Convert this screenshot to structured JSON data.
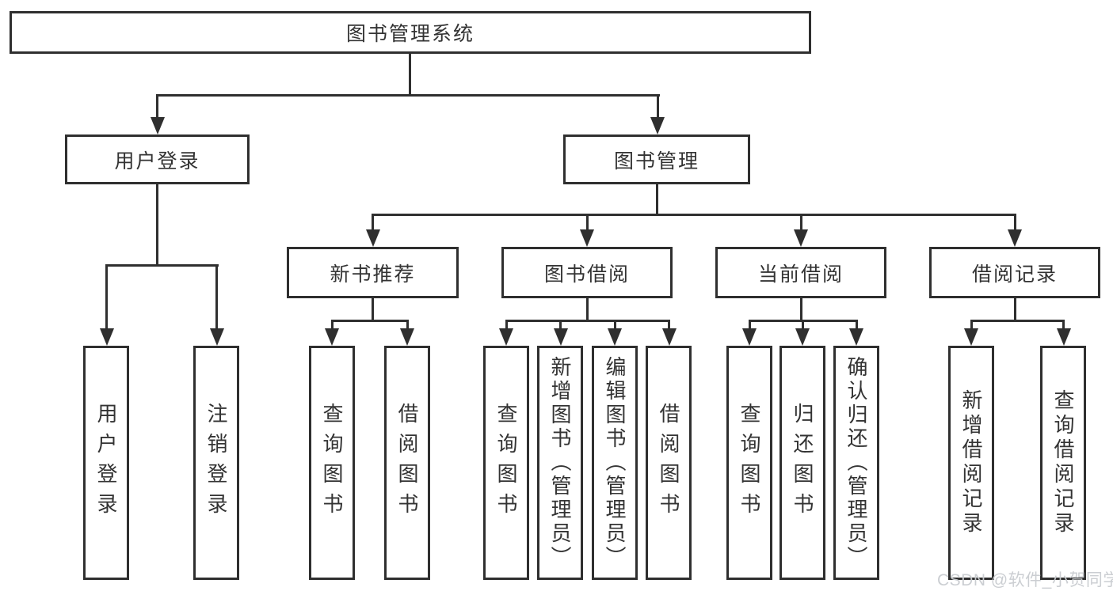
{
  "diagram": {
    "root": {
      "label": "图书管理系统"
    },
    "level2": [
      {
        "label": "用户登录"
      },
      {
        "label": "图书管理"
      }
    ],
    "level3": [
      {
        "label": "新书推荐"
      },
      {
        "label": "图书借阅"
      },
      {
        "label": "当前借阅"
      },
      {
        "label": "借阅记录"
      }
    ],
    "leaves": {
      "user_login": [
        {
          "label": "用户登录"
        },
        {
          "label": "注销登录"
        }
      ],
      "new_book": [
        {
          "label": "查询图书"
        },
        {
          "label": "借阅图书"
        }
      ],
      "book_borrow": [
        {
          "label": "查询图书"
        },
        {
          "label": "新增图书（管理员）"
        },
        {
          "label": "编辑图书（管理员）"
        },
        {
          "label": "借阅图书"
        }
      ],
      "current_borrow": [
        {
          "label": "查询图书"
        },
        {
          "label": "归还图书"
        },
        {
          "label": "确认归还（管理员）"
        }
      ],
      "borrow_record": [
        {
          "label": "新增借阅记录"
        },
        {
          "label": "查询借阅记录"
        }
      ]
    }
  },
  "watermark": {
    "text": "CSDN @软件_小贺同学"
  },
  "colors": {
    "background": "#ffffff",
    "line": "#2f2f2f",
    "box_border": "#2f2f2f",
    "text": "#333333",
    "watermark": "#c9ccd0"
  }
}
